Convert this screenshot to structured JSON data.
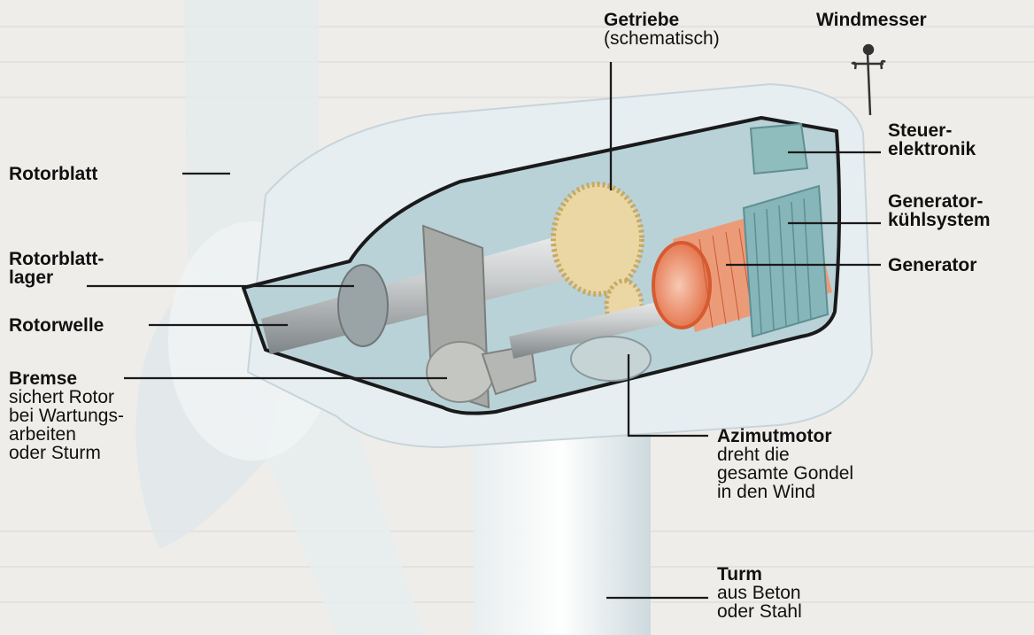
{
  "labels": {
    "rotorblatt": "Rotorblatt",
    "rotorblattlager_1": "Rotorblatt-",
    "rotorblattlager_2": "lager",
    "rotorwelle": "Rotorwelle",
    "bremse_title": "Bremse",
    "bremse_lines": [
      "sichert Rotor",
      "bei Wartungs-",
      "arbeiten",
      "oder Sturm"
    ],
    "getriebe_title": "Getriebe",
    "getriebe_sub": "(schematisch)",
    "windmesser": "Windmesser",
    "steuer_1": "Steuer-",
    "steuer_2": "elektronik",
    "kuehl_1": "Generator-",
    "kuehl_2": "kühlsystem",
    "generator": "Generator",
    "azimut_title": "Azimutmotor",
    "azimut_lines": [
      "dreht die",
      "gesamte Gondel",
      "in den Wind"
    ],
    "turm_title": "Turm",
    "turm_lines": [
      "aus Beton",
      "oder Stahl"
    ]
  },
  "colors": {
    "line": "#1a1a1a",
    "nacelle_shell": "#e6eef1",
    "interior": "#b9d2d8",
    "gear": "#ead7a4",
    "generator_core": "#ea7a58",
    "cooling_fins": "#86b6b9",
    "steel": "#9aa3a5"
  }
}
